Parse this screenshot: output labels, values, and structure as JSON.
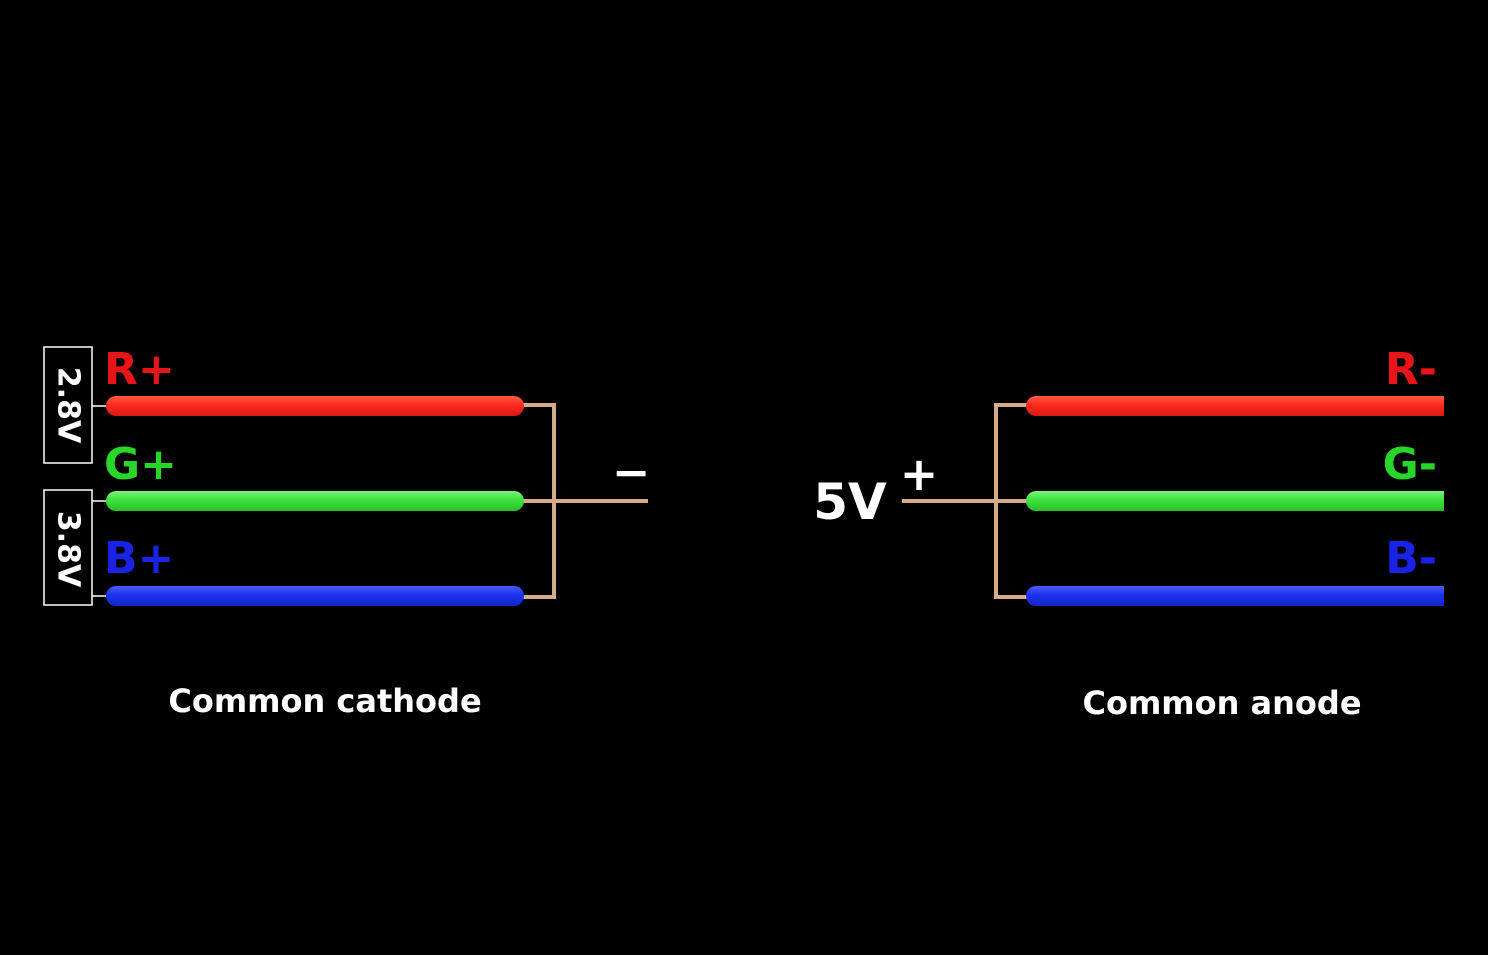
{
  "colors": {
    "background": "#000000",
    "red": "#ff2a1f",
    "red_label": "#e8141a",
    "green": "#3fe23f",
    "green_label": "#27d627",
    "blue": "#1b33ee",
    "blue_label": "#1a22e6",
    "copper": "#d4ad86",
    "text": "#ffffff"
  },
  "common_cathode": {
    "caption": "Common cathode",
    "pins": [
      {
        "label": "R+",
        "color": "red"
      },
      {
        "label": "G+",
        "color": "green"
      },
      {
        "label": "B+",
        "color": "blue"
      }
    ],
    "terminal_sign": "−",
    "voltage_boxes": [
      {
        "text": "2.8V",
        "applies_to": "R"
      },
      {
        "text": "3.8V",
        "applies_to": "G, B"
      }
    ]
  },
  "common_anode": {
    "caption": "Common anode",
    "pins": [
      {
        "label": "R-",
        "color": "red"
      },
      {
        "label": "G-",
        "color": "green"
      },
      {
        "label": "B-",
        "color": "blue"
      }
    ],
    "terminal_sign": "+",
    "supply_voltage": "5V"
  }
}
